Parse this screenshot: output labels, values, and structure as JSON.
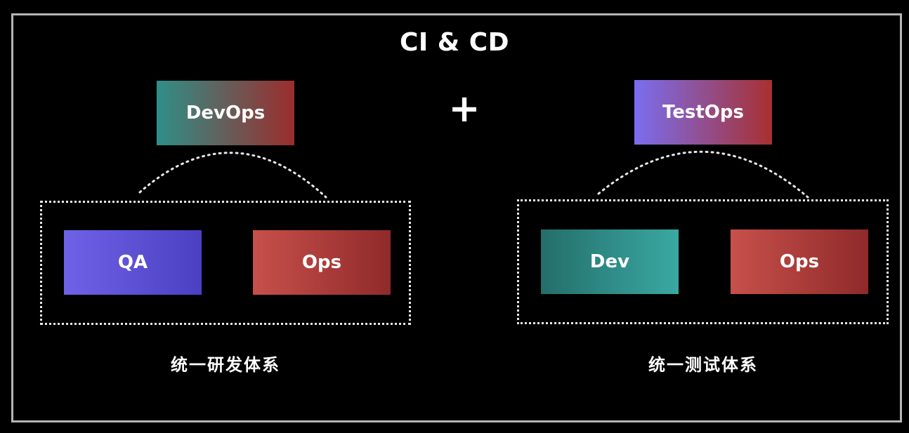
{
  "title": "CI & CD",
  "plus": "+",
  "left": {
    "top_box": {
      "label": "DevOps",
      "gradient": [
        "#2f8f88",
        "#9b2d2d"
      ]
    },
    "items": [
      {
        "label": "QA",
        "gradient": [
          "#6f62e6",
          "#4b3fc2"
        ]
      },
      {
        "label": "Ops",
        "gradient": [
          "#c7504b",
          "#8f2a2a"
        ]
      }
    ],
    "caption": "统一研发体系"
  },
  "right": {
    "top_box": {
      "label": "TestOps",
      "gradient": [
        "#7a6ef0",
        "#a83030"
      ]
    },
    "items": [
      {
        "label": "Dev",
        "gradient": [
          "#246e6a",
          "#3aa8a2"
        ]
      },
      {
        "label": "Ops",
        "gradient": [
          "#c7504b",
          "#8f2a2a"
        ]
      }
    ],
    "caption": "统一测试体系"
  },
  "colors": {
    "background": "#000000",
    "frame": "#b5b5b5",
    "text": "#ffffff"
  }
}
